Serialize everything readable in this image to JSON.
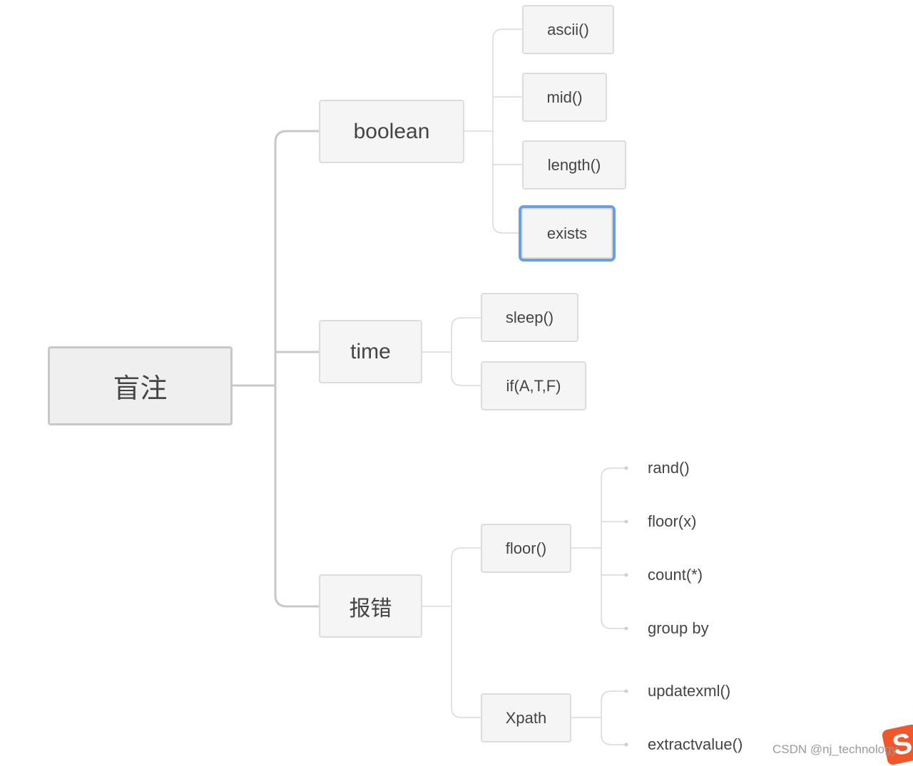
{
  "root": "盲注",
  "branches": [
    {
      "label": "boolean",
      "children": [
        "ascii()",
        "mid()",
        "length()",
        "exists"
      ],
      "selected_child": "exists"
    },
    {
      "label": "time",
      "children": [
        "sleep()",
        "if(A,T,F)"
      ]
    },
    {
      "label": "报错",
      "children": [
        {
          "label": "floor()",
          "children": [
            "rand()",
            "floor(x)",
            "count(*)",
            "group by"
          ]
        },
        {
          "label": "Xpath",
          "children": [
            "updatexml()",
            "extractvalue()"
          ]
        }
      ]
    }
  ],
  "watermark": "CSDN @nj_technology",
  "colors": {
    "selected_border": "#6a9fe0",
    "line": "#c8c8c8",
    "logo": "#f0572a"
  }
}
